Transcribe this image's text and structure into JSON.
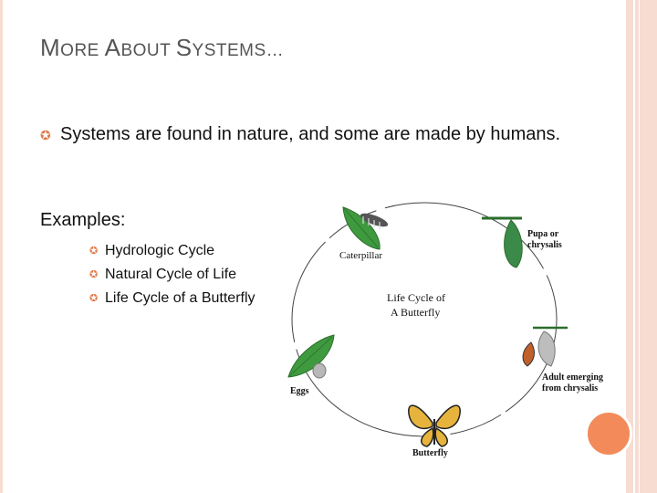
{
  "slide": {
    "title_parts": [
      {
        "text": "M",
        "size": "big"
      },
      {
        "text": "ORE ",
        "size": "small"
      },
      {
        "text": "A",
        "size": "big"
      },
      {
        "text": "BOUT ",
        "size": "small"
      },
      {
        "text": "S",
        "size": "big"
      },
      {
        "text": "YSTEMS…",
        "size": "small"
      }
    ],
    "bullet": "Systems are found in nature, and some are made by humans.",
    "examples_label": "Examples:",
    "examples": [
      "Hydrologic Cycle",
      "Natural Cycle of Life",
      "Life Cycle of a Butterfly"
    ]
  },
  "diagram": {
    "center_line1": "Life Cycle of",
    "center_line2": "A Butterfly",
    "stage_caterpillar": "Caterpillar",
    "stage_pupa_line1": "Pupa or",
    "stage_pupa_line2": "chrysalis",
    "stage_adult_line1": "Adult emerging",
    "stage_adult_line2": "from chrysalis",
    "stage_butterfly": "Butterfly",
    "stage_eggs": "Eggs"
  },
  "colors": {
    "accent": "#f28a5a",
    "border": "#f7dcd2",
    "leaf": "#3f9a3f",
    "pupa": "#3b8a4a",
    "butterfly": "#e6b43c"
  }
}
